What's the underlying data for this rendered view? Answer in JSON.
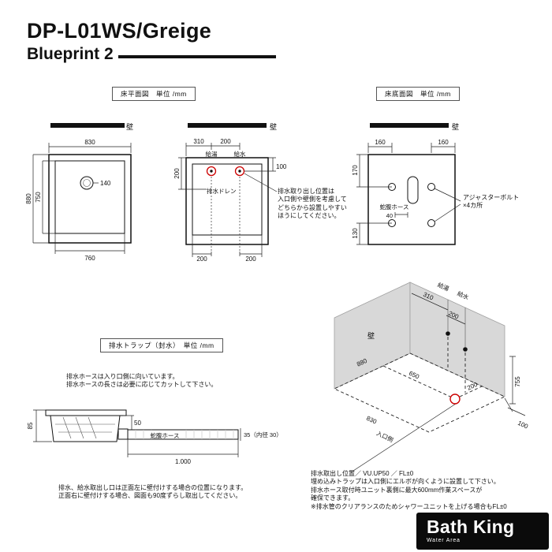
{
  "header": {
    "title": "DP-L01WS/Greige",
    "subtitle": "Blueprint 2"
  },
  "section_labels": {
    "floor_plan": "床平面図　単位 /mm",
    "floor_bottom": "床底面図　単位 /mm",
    "drain_trap": "排水トラップ（封水）　単位 /mm"
  },
  "plan_view": {
    "wall": "壁",
    "width_outer": "830",
    "height_outer": "880",
    "height_inner": "750",
    "width_inner": "760",
    "drain_dim": "140"
  },
  "supply_view": {
    "wall": "壁",
    "dim_310": "310",
    "dim_200_top": "200",
    "hot_water": "給湯",
    "cold_water": "給水",
    "dim_100": "100",
    "dim_200_left": "200",
    "drain_label": "排水ドレン",
    "dim_200_bottom_left": "200",
    "dim_200_bottom_right": "200",
    "note": "排水取り出し位置は\n入口側や壁側を考慮して\nどちらから設置しやすい\nほうにしてください。"
  },
  "bottom_view": {
    "wall": "壁",
    "dim_160_left": "160",
    "dim_160_right": "160",
    "dim_170": "170",
    "dim_130": "130",
    "dim_40": "40",
    "hose_label": "蛇腹ホース",
    "adjuster_note": "アジャスターボルト\n×4カ所"
  },
  "trap_view": {
    "note_top": "排水ホースは入り口側に向いています。\n排水ホースの長さは必要に応じてカットして下さい。",
    "dim_85": "85",
    "dim_50": "50",
    "hose_label": "蛇腹ホース",
    "dim_35": "35（内径 30）",
    "dim_1000": "1.000",
    "note_bottom": "排水、給水取出し口は正面左に壁付けする場合の位置になります。\n正面右に壁付けする場合、図面も90度ずらし取出してください。"
  },
  "iso_view": {
    "wall": "壁",
    "dim_310": "310",
    "dim_200_wall": "200",
    "hot_water": "給湯",
    "cold_water": "給水",
    "dim_880": "880",
    "dim_650": "650",
    "dim_200_floor": "200",
    "dim_830": "830",
    "entrance": "入口側",
    "dim_755": "755",
    "dim_100": "100",
    "notes": "排水取出し位置／ VU.UP50 ／ FL±0\n埋め込みトラップは入口側にエルボが向くように設置して下さい。\n排水ホース取付時ユニット裏側に最大600mm作業スペースが\n確保できます。\n※排水管のクリアランスのためシャワーユニットを上げる場合もFL±0"
  },
  "logo": {
    "brand": "Bath King",
    "tagline": "Water Area"
  },
  "colors": {
    "accent_red": "#cc0000",
    "wall_gray": "#d8d8d8",
    "ink": "#111111"
  }
}
